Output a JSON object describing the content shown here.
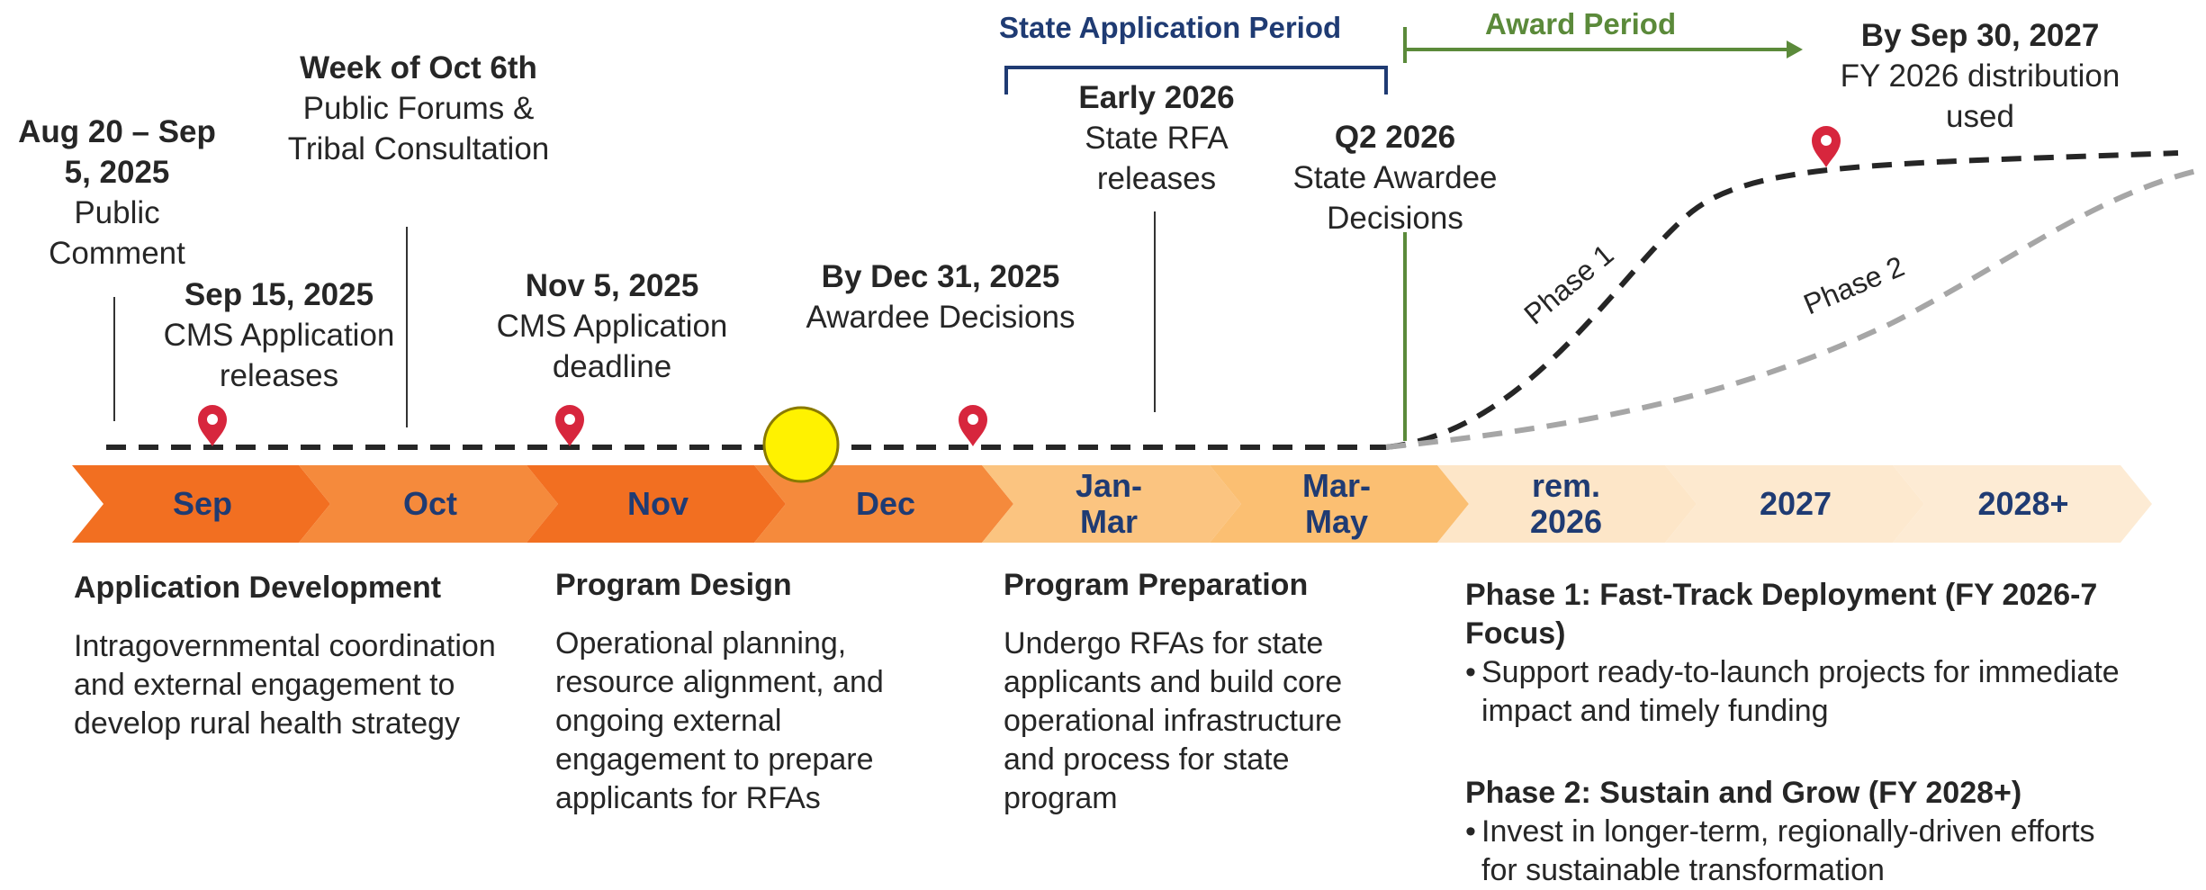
{
  "periods": {
    "state_application": "State Application Period",
    "award": "Award Period"
  },
  "events": [
    {
      "title": "Aug 20 – Sep 5, 2025",
      "desc": "Public Comment"
    },
    {
      "title": "Sep 15, 2025",
      "desc": "CMS Application releases"
    },
    {
      "title": "Week of Oct 6th",
      "desc": "Public Forums & Tribal Consultation"
    },
    {
      "title": "Nov 5, 2025",
      "desc": "CMS Application deadline"
    },
    {
      "title": "By Dec 31, 2025",
      "desc": "Awardee Decisions"
    },
    {
      "title": "Early 2026",
      "desc": "State RFA releases"
    },
    {
      "title": "Q2 2026",
      "desc": "State Awardee Decisions"
    },
    {
      "title": "By Sep 30, 2027",
      "desc": "FY 2026 distribution used"
    }
  ],
  "curve_labels": {
    "phase1": "Phase 1",
    "phase2": "Phase 2"
  },
  "chevrons": [
    {
      "label": "Sep",
      "color": "#f26f21"
    },
    {
      "label": "Oct",
      "color": "#f26f21"
    },
    {
      "label": "Nov",
      "color": "#f26f21"
    },
    {
      "label": "Dec",
      "color": "#f26f21"
    },
    {
      "label": "Jan-Mar",
      "color": "#fbbf72"
    },
    {
      "label": "Mar-May",
      "color": "#fbbf72"
    },
    {
      "label": "rem. 2026",
      "color": "#fde4c4"
    },
    {
      "label": "2027",
      "color": "#fde4c4"
    },
    {
      "label": "2028+",
      "color": "#fde4c4"
    }
  ],
  "sections": [
    {
      "heading": "Application Development",
      "body": "Intragovernmental coordination and external engagement to develop rural health strategy"
    },
    {
      "heading": "Program Design",
      "body": "Operational planning, resource alignment, and ongoing external engagement to prepare applicants for RFAs"
    },
    {
      "heading": "Program Preparation",
      "body": "Undergo RFAs for state applicants and build core operational infrastructure and process for state program"
    }
  ],
  "phases": [
    {
      "heading": "Phase 1: Fast-Track Deployment (FY 2026-7 Focus)",
      "bullet": "Support ready-to-launch projects for immediate impact and timely funding"
    },
    {
      "heading": "Phase 2: Sustain and Grow (FY 2028+)",
      "bullet": "Invest in longer-term, regionally-driven efforts for sustainable transformation"
    }
  ],
  "colors": {
    "navy": "#1f3b73",
    "green": "#5b8a3a",
    "marker_red": "#d7263d",
    "highlight_yellow": "#fff200"
  }
}
